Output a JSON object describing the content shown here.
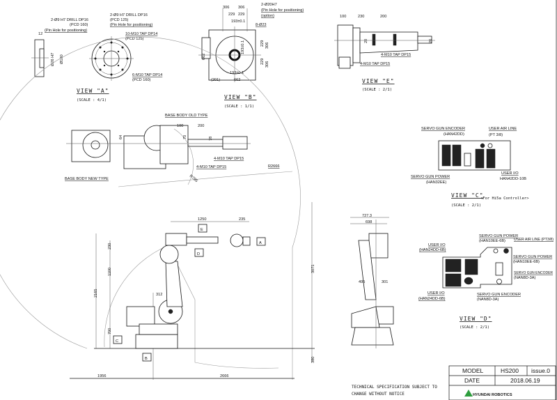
{
  "view_a": {
    "title": "VIEW \"A\"",
    "scale": "(SCALE : 4/1)",
    "drill160": "2-Ø9 H7 DRILL DP16",
    "drill160_pcd": "(PCD 160)",
    "drill160_pin": "(Pin Hole for positioning)",
    "drill125": "2-Ø9 H7 DRILL DP16",
    "drill125_pcd": "(PCD 125)",
    "drill125_pin": "(Pin Hole for positioning)",
    "tap10": "10-M10 TAP DP14",
    "tap10_pcd": "(PCD 125)",
    "tap6": "6-M10 TAP DP14",
    "tap6_pcd": "(PCD 160)",
    "dim_12": "12",
    "dim_26": "Ø26 H7",
    "dim_180": "Ø180"
  },
  "view_b": {
    "title": "VIEW \"B\"",
    "scale": "(SCALE : 1/1)",
    "dim_306a": "306",
    "dim_306b": "306",
    "dim_229a": "229",
    "dim_229b": "229",
    "dim_193_top": "193±0.1",
    "holes": "8-Ø23",
    "pin": "2-Ø20H7",
    "pin_note": "(Pin Hole for positioning)",
    "pin_opt": "(option)",
    "dim_662_v": "662",
    "dim_306c": "306",
    "dim_229c": "229",
    "dim_229d": "229",
    "dim_306d": "306",
    "dim_193_inner": "193±0.1",
    "dim_193_bottom": "193±0.1",
    "dim_201": "(201)",
    "dim_662_h": "662"
  },
  "view_e": {
    "title": "VIEW \"E\"",
    "scale": "(SCALE : 2/1)",
    "dim_100": "100",
    "dim_230": "230",
    "dim_200": "200",
    "dim_20": "20",
    "dim_26": "26",
    "tap_a": "4-M10 TAP DP15",
    "tap_b": "4-M10 TAP DP15"
  },
  "top_view": {
    "old_type": "BASE BODY OLD TYPE",
    "new_type": "BASE BODY NEW TYPE",
    "dim_100": "100",
    "dim_200": "200",
    "dim_64": "64",
    "dim_70": "70",
    "dim_78": "78",
    "tap_a": "4-M10 TAP DP15",
    "tap_b": "4-M10 TAP DP15",
    "r785": "R785",
    "r2666": "R2666"
  },
  "view_c": {
    "title": "VIEW \"C\"",
    "subtitle": "<For Hi5a Controller>",
    "scale": "(SCALE : 2/1)",
    "enc": "SERVO GUN ENCODER",
    "enc_type": "(HAN42DD)",
    "air": "USER AIR LINE",
    "air_type": "(PT 3/8)",
    "power": "SERVO GUN POWER",
    "power_type": "(HAN32EE)",
    "io": "USER I/O",
    "io_type": "HAN42DD-10B"
  },
  "side_view": {
    "dim_1250": "1250",
    "dim_235": "235",
    "dim_230": "230",
    "dim_1100": "1100",
    "dim_2165": "2165",
    "dim_312": "312",
    "dim_700": "700",
    "dim_3071": "3071",
    "dim_380": "380",
    "dim_1956": "1956",
    "dim_2666": "2666",
    "marker_a": "A",
    "marker_b": "B",
    "marker_c": "C",
    "marker_d": "D",
    "marker_e": "E"
  },
  "rear_view": {
    "dim_727": "727.3",
    "dim_698": "698",
    "dim_495": "495",
    "dim_301": "301"
  },
  "view_d": {
    "title": "VIEW \"D\"",
    "scale": "(SCALE : 2/1)",
    "io1": "USER I/O",
    "io1_type": "(HAN24DD-6B)",
    "power1": "SERVO GUN POWER",
    "power1_type": "(HAN10EE-6B)",
    "air": "USER AIR LINE (PT3/8)",
    "power2": "SERVO GUN POWER",
    "power2_type": "(HAN10EE-6B)",
    "enc2": "SERVO GUN ENCODER",
    "enc2_type": "(NAN8D-3A)",
    "io2": "USER I/O",
    "io2_type": "(HAN24DD-6B)",
    "enc1": "SERVO GUN ENCODER",
    "enc1_type": "(NAN8D-3A)"
  },
  "title_block": {
    "model_label": "MODEL",
    "model": "HS200",
    "issue": "issue.0",
    "date_label": "DATE",
    "date": "2018.06.19",
    "brand": "HYUNDAI ROBOTICS",
    "brand_color": "#2e9e3e"
  },
  "notice": {
    "line1": "TECHNICAL SPECIFICATION SUBJECT TO",
    "line2": "CHANGE WITHOUT NOTICE"
  }
}
